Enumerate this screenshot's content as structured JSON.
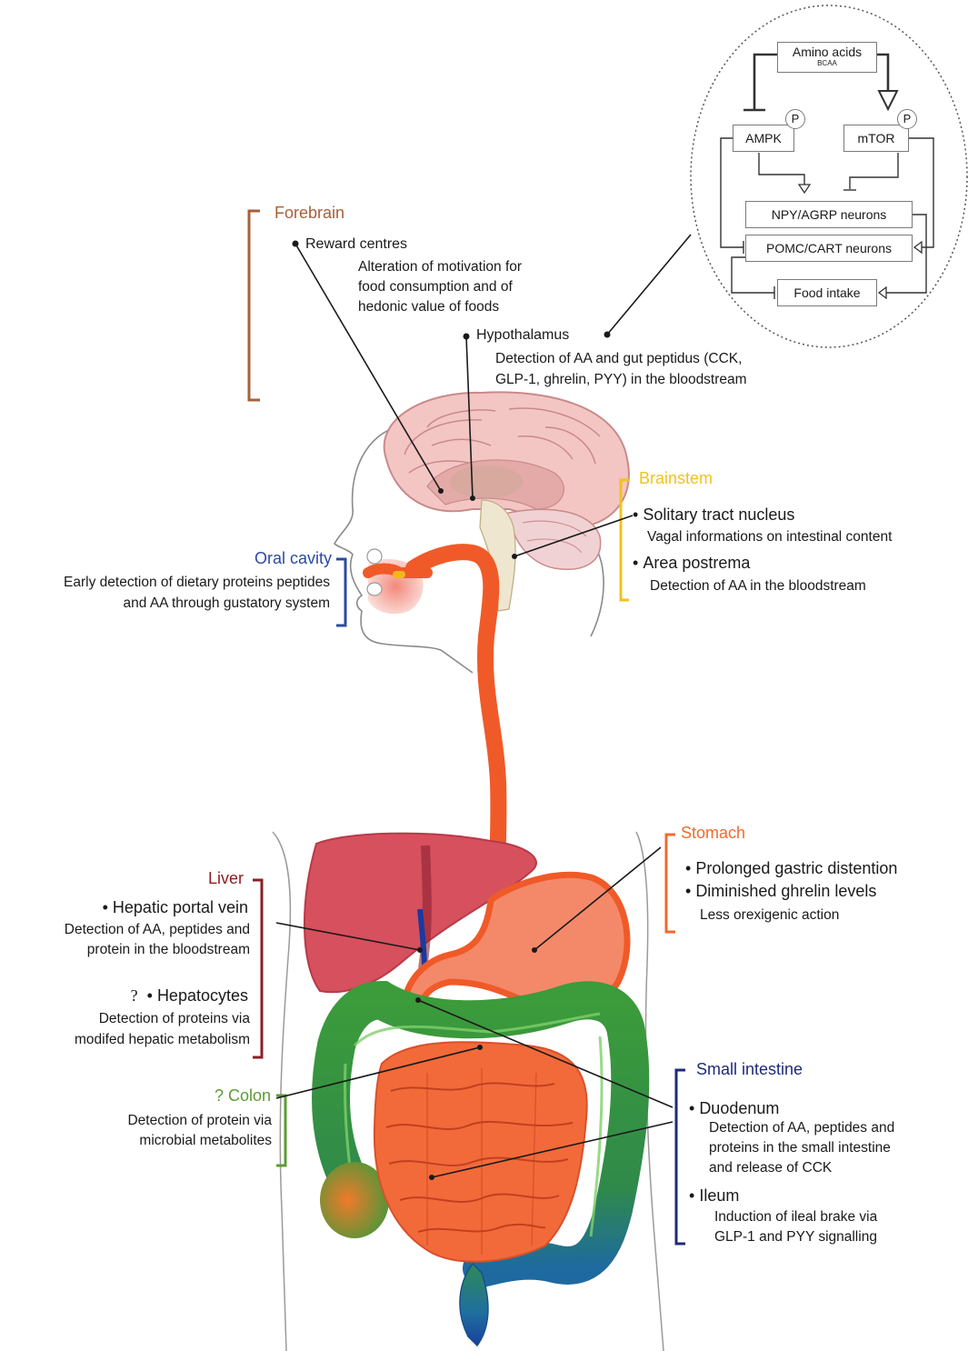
{
  "colors": {
    "forebrain": "#a8603a",
    "brainstem": "#f2c21b",
    "oral": "#2b4aa3",
    "stomach": "#ef6b2c",
    "liver": "#8b1f24",
    "colon": "#5d9c35",
    "small_intestine": "#1f2a78",
    "esophagus": "#f05a28",
    "liver_fill": "#d6505e",
    "colon_fill": "#3a9a3a",
    "intestine_fill": "#f26a3a",
    "brain_fill": "#f3c8c8"
  },
  "forebrain": {
    "heading": "Forebrain",
    "reward": "Reward centres",
    "reward_desc": [
      "Alteration of motivation for",
      "food consumption and of",
      "hedonic value of foods"
    ],
    "hypothalamus": "Hypothalamus",
    "hypothalamus_desc": [
      "Detection of AA and gut peptidus (CCK,",
      "GLP-1, ghrelin, PYY) in the bloodstream"
    ]
  },
  "inset": {
    "amino_acids": "Amino acids",
    "bcaa": "BCAA",
    "ampk": "AMPK",
    "mtor": "mTOR",
    "p": "P",
    "npy": "NPY/AGRP neurons",
    "pomc": "POMC/CART neurons",
    "food_intake": "Food intake"
  },
  "brainstem": {
    "heading": "Brainstem",
    "item1": "Solitary tract nucleus",
    "item1_desc": "Vagal informations on intestinal content",
    "item2": "Area postrema",
    "item2_desc": "Detection of AA in the bloodstream"
  },
  "oral": {
    "heading": "Oral cavity",
    "desc": [
      "Early detection of dietary proteins peptides",
      "and AA through gustatory system"
    ]
  },
  "stomach": {
    "heading": "Stomach",
    "item1": "Prolonged gastric distention",
    "item2": "Diminished ghrelin levels",
    "item2_desc": "Less orexigenic action"
  },
  "liver": {
    "heading": "Liver",
    "item1": "Hepatic portal vein",
    "item1_desc": [
      "Detection of AA, peptides and",
      "protein in the bloodstream"
    ],
    "q": "?",
    "item2": "Hepatocytes",
    "item2_desc": [
      "Detection of proteins via",
      "modifed hepatic metabolism"
    ]
  },
  "colon": {
    "heading": "? Colon",
    "desc": [
      "Detection of protein via",
      "microbial metabolites"
    ]
  },
  "small_intestine": {
    "heading": "Small intestine",
    "item1": "Duodenum",
    "item1_desc": [
      "Detection of AA, peptides and",
      "proteins in the small intestine",
      "and release of CCK"
    ],
    "item2": "Ileum",
    "item2_desc": [
      "Induction of ileal brake via",
      "GLP-1 and PYY signalling"
    ]
  }
}
